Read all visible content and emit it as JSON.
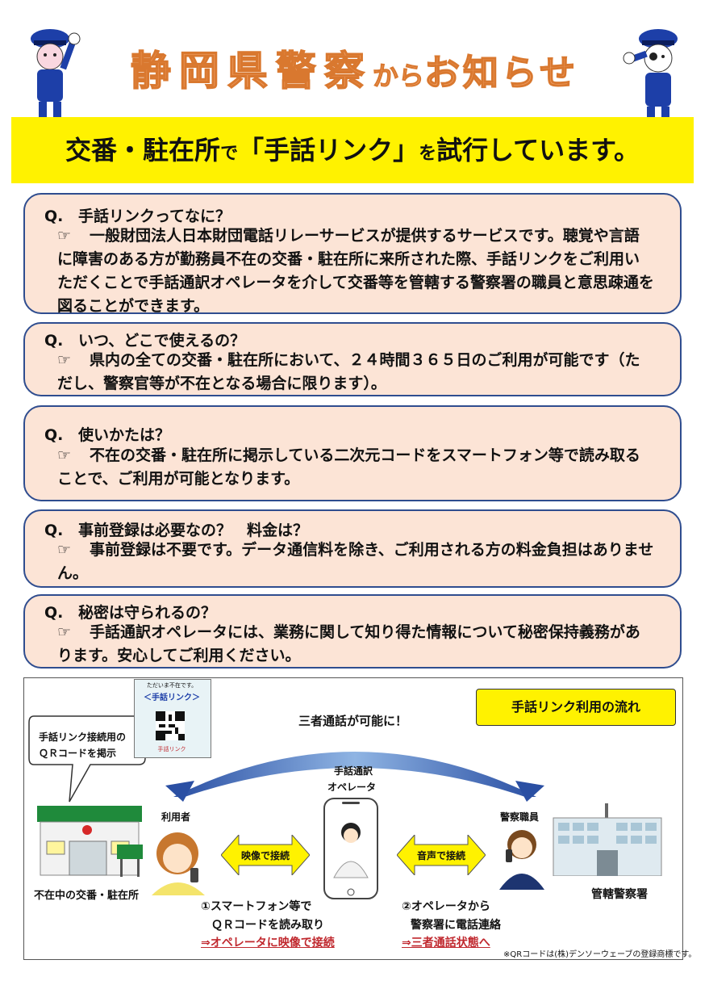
{
  "header": {
    "title_main": "静岡県警察",
    "title_small": "から",
    "title_tail": "お知らせ"
  },
  "banner": {
    "part1": "交番・駐在所",
    "part2": "で",
    "part3": "「手話リンク」",
    "part4": "を",
    "part5": "試行しています。"
  },
  "qa": [
    {
      "q_mark": "Q.",
      "question": "手話リンクってなに？",
      "hand": "☞",
      "answer": "一般財団法人日本財団電話リレーサービスが提供するサービスです。聴覚や言語に障害のある方が勤務員不在の交番・駐在所に来所された際、手話リンクをご利用いただくことで手話通訳オペレータを介して交番等を管轄する警察署の職員と意思疎通を図ることができます。"
    },
    {
      "q_mark": "Q.",
      "question": "いつ、どこで使えるの？",
      "hand": "☞",
      "answer": "県内の全ての交番・駐在所において、２４時間３６５日のご利用が可能です（ただし、警察官等が不在となる場合に限ります）。"
    },
    {
      "q_mark": "Q.",
      "question": "使いかたは？",
      "hand": "☞",
      "answer": "不在の交番・駐在所に掲示している二次元コードをスマートフォン等で読み取ることで、ご利用が可能となります。"
    },
    {
      "q_mark": "Q.",
      "question": "事前登録は必要なの？　料金は？",
      "hand": "☞",
      "answer": "事前登録は不要です。データ通信料を除き、ご利用される方の料金負担はありません。"
    },
    {
      "q_mark": "Q.",
      "question": "秘密は守られるの？",
      "hand": "☞",
      "answer": "手話通訳オペレータには、業務に関して知り得た情報について秘密保持義務があります。安心してご利用ください。"
    }
  ],
  "flow": {
    "title": "手話リンク利用の流れ",
    "three_way": "三者通話が可能に！",
    "bubble_line1": "手話リンク接続用の",
    "bubble_line2": "ＱＲコードを掲示",
    "poster_top": "ただいま不在です。",
    "poster_title": "＜手話リンク＞",
    "poster_bottom": "手話リンク",
    "user_label": "利用者",
    "operator_line1": "手話通訳",
    "operator_line2": "オペレータ",
    "officer_label": "警察職員",
    "koban_label": "不在中の交番・駐在所",
    "station_label": "管轄警察署",
    "video_arrow": "映像で接続",
    "voice_arrow": "音声で接続",
    "step1_line1": "①スマートフォン等で",
    "step1_line2": "ＱＲコードを読み取り",
    "step1_red": "⇒オペレータに映像で接続",
    "step2_line1": "②オペレータから",
    "step2_line2": "警察署に電話連絡",
    "step2_red": "⇒三者通話状態へ",
    "note": "※QRコードは(株)デンソーウェーブの登録商標です。"
  },
  "colors": {
    "banner_yellow": "#fff200",
    "card_fill": "#fce4d6",
    "card_border": "#2f4d8f",
    "title_orange": "#f4a36a",
    "koban_green": "#1f8a3b",
    "red_text": "#c0282e"
  }
}
